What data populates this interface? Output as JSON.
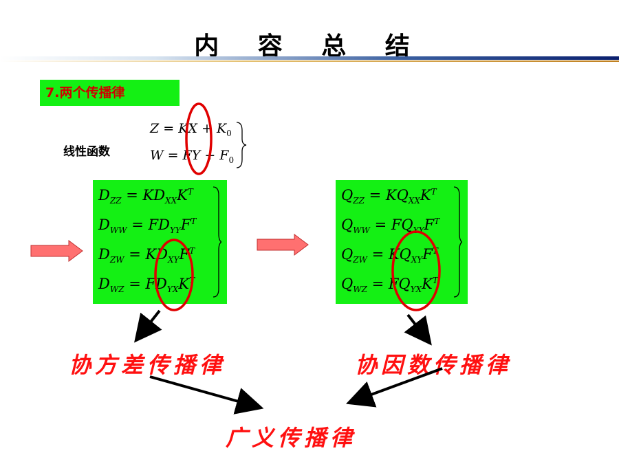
{
  "title": "内 容 总 结",
  "section": {
    "label": "7.两个传播律"
  },
  "linear": {
    "label": "线性函数",
    "eq1": {
      "lhs": "Z",
      "rhs": "KX",
      "plus": "+",
      "const": "K",
      "const_sub": "0"
    },
    "eq2": {
      "lhs": "W",
      "rhs": "FY",
      "plus": "+",
      "const": "F",
      "const_sub": "0"
    }
  },
  "covariance": [
    {
      "lhs": "D",
      "lhs_sub": "ZZ",
      "coef": "K",
      "mid": "D",
      "mid_sub": "XX",
      "tail": "K",
      "tail_sup": "T"
    },
    {
      "lhs": "D",
      "lhs_sub": "WW",
      "coef": "F",
      "mid": "D",
      "mid_sub": "YY",
      "tail": "F",
      "tail_sup": "T"
    },
    {
      "lhs": "D",
      "lhs_sub": "ZW",
      "coef": "K",
      "mid": "D",
      "mid_sub": "XY",
      "tail": "F",
      "tail_sup": "T"
    },
    {
      "lhs": "D",
      "lhs_sub": "WZ",
      "coef": "F",
      "mid": "D",
      "mid_sub": "YX",
      "tail": "K",
      "tail_sup": "T"
    }
  ],
  "cofactor": [
    {
      "lhs": "Q",
      "lhs_sub": "ZZ",
      "coef": "K",
      "mid": "Q",
      "mid_sub": "XX",
      "tail": "K",
      "tail_sup": "T"
    },
    {
      "lhs": "Q",
      "lhs_sub": "WW",
      "coef": "F",
      "mid": "Q",
      "mid_sub": "YY",
      "tail": "F",
      "tail_sup": "T"
    },
    {
      "lhs": "Q",
      "lhs_sub": "ZW",
      "coef": "K",
      "mid": "Q",
      "mid_sub": "XY",
      "tail": "F",
      "tail_sup": "T"
    },
    {
      "lhs": "Q",
      "lhs_sub": "WZ",
      "coef": "F",
      "mid": "Q",
      "mid_sub": "YX",
      "tail": "K",
      "tail_sup": "T"
    }
  ],
  "labels": {
    "covariance_law": "协方差传播律",
    "cofactor_law": "协因数传播律",
    "general_law": "广义传播律"
  },
  "colors": {
    "green_box": "#14f014",
    "red_text": "#ff1010",
    "circle": "#e00000",
    "arrow_fill": "#ff7070"
  }
}
